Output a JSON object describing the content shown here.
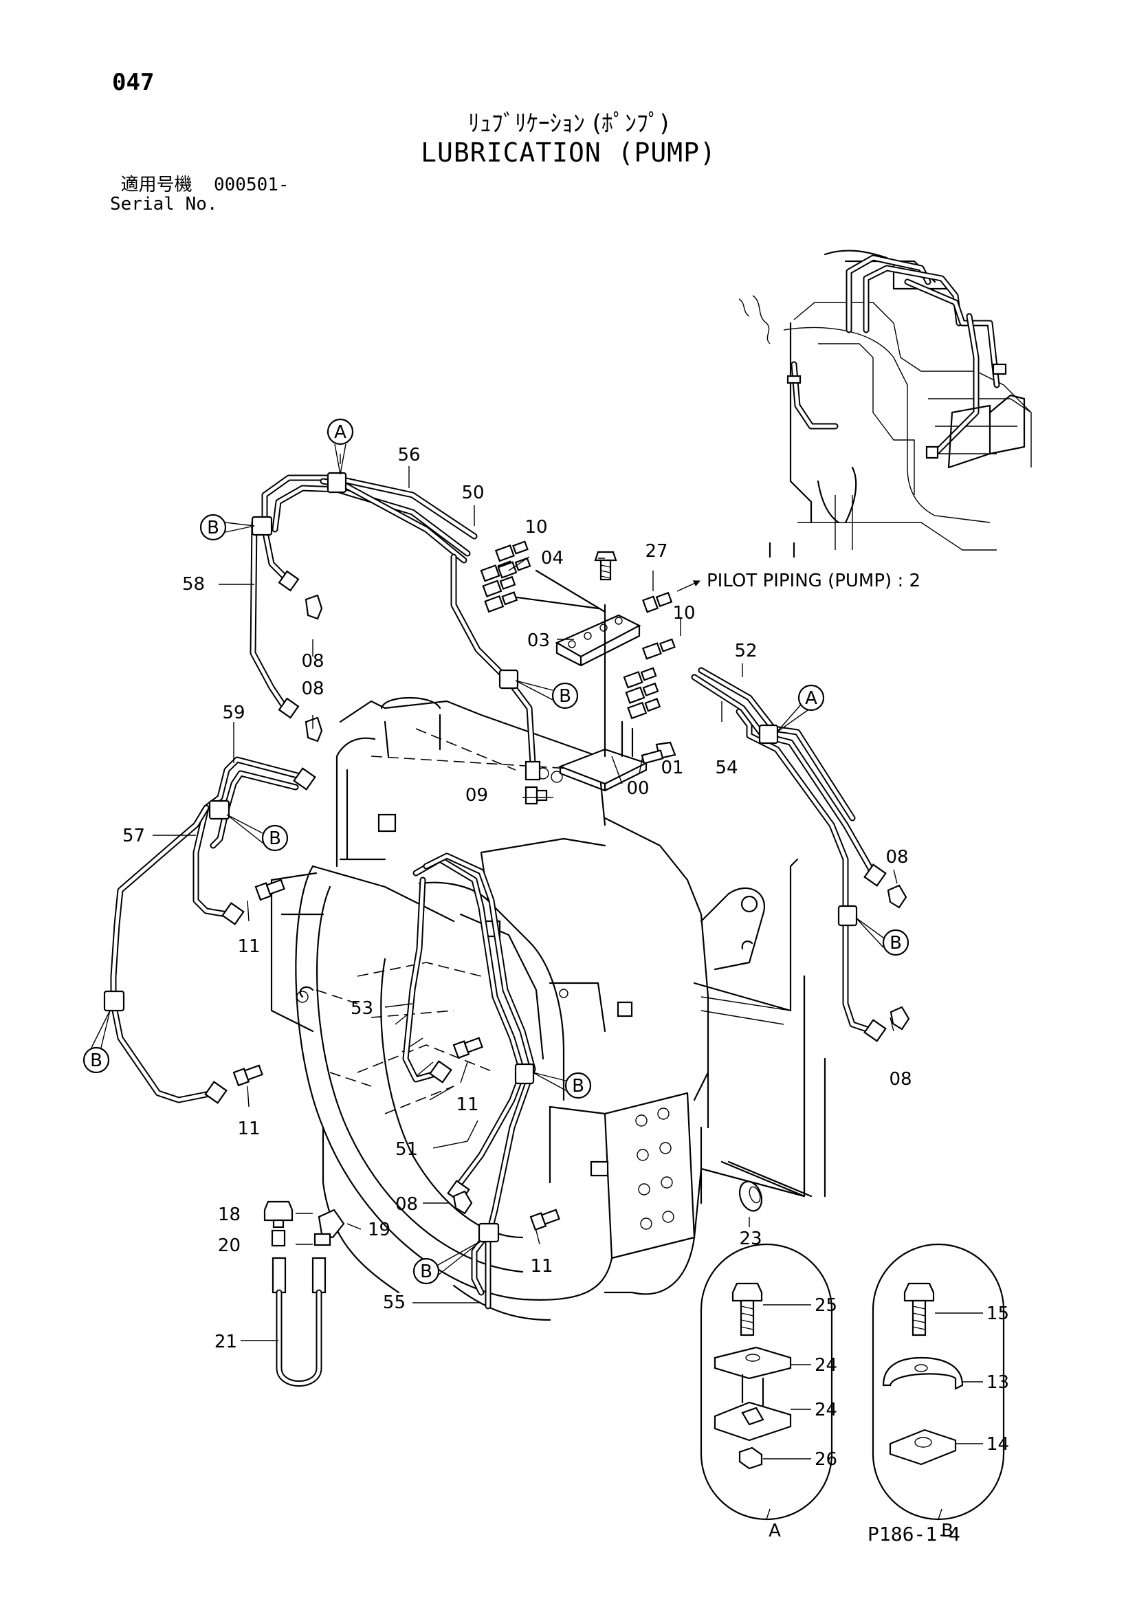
{
  "header": {
    "page_number": "047",
    "title_jp": "ﾘｭﾌﾞﾘｹｰｼｮﾝ (ﾎﾟﾝﾌﾟ)",
    "title_en": "LUBRICATION (PUMP)",
    "serial_label_jp": "適用号機",
    "serial_value": "000501-",
    "serial_label_en": "Serial No."
  },
  "reference_note": "PILOT PIPING (PUMP) : 2",
  "callouts": {
    "p56": "56",
    "p50": "50",
    "p10a": "10",
    "p04": "04",
    "p27": "27",
    "p58": "58",
    "p08a": "08",
    "p03": "03",
    "p10b": "10",
    "p52": "52",
    "p08b": "08",
    "p59": "59",
    "p54": "54",
    "p01": "01",
    "p00": "00",
    "p09": "09",
    "p57": "57",
    "p08c": "08",
    "p11a": "11",
    "p53": "53",
    "p08d": "08",
    "p11b": "11",
    "p11c": "11",
    "p51": "51",
    "p18": "18",
    "p08e": "08",
    "p20": "20",
    "p19": "19",
    "p23": "23",
    "p11d": "11",
    "p55": "55",
    "p21": "21",
    "p25": "25",
    "p24a": "24",
    "p24b": "24",
    "p26": "26",
    "p15": "15",
    "p13": "13",
    "p14": "14"
  },
  "view_markers": {
    "a1": "A",
    "a2": "A",
    "b1": "B",
    "b2": "B",
    "b3": "B",
    "b4": "B",
    "b5": "B",
    "b6": "B",
    "b7": "B"
  },
  "detail_views": {
    "detail_a": "A",
    "detail_b": "B"
  },
  "drawing_code": "P186-1-4"
}
